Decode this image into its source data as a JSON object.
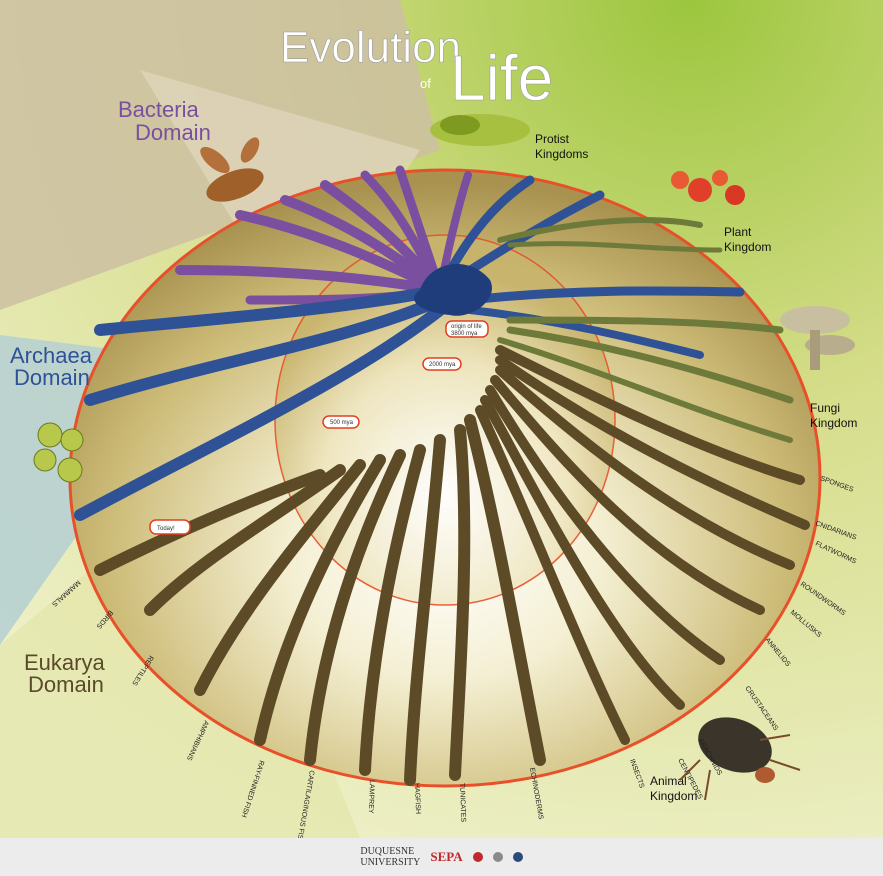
{
  "title": {
    "line1": "Evolution",
    "of": "of",
    "life": "Life"
  },
  "domains": {
    "bacteria": "Bacteria Domain",
    "archaea": "Archaea Domain",
    "eukarya": "Eukarya Domain"
  },
  "domain_lines": {
    "bacteria": [
      "Bacteria",
      "Domain"
    ],
    "archaea": [
      "Archaea",
      "Domain"
    ],
    "eukarya": [
      "Eukarya",
      "Domain"
    ]
  },
  "kingdoms": {
    "protist": [
      "Protist",
      "Kingdoms"
    ],
    "plant": [
      "Plant",
      "Kingdom"
    ],
    "fungi": [
      "Fungi",
      "Kingdom"
    ],
    "animal": [
      "Animal",
      "Kingdom"
    ]
  },
  "time_markers": {
    "origin": [
      "origin of life",
      "3800 mya"
    ],
    "m2000": "2000 mya",
    "m500": "500 mya",
    "today": "Today!"
  },
  "animal_groups": [
    "SPONGES",
    "CNIDARIANS",
    "FLATWORMS",
    "ROUNDWORMS",
    "MOLLUSKS",
    "ANNELIDS",
    "CRUSTACEANS",
    "ARACHNIDS",
    "CENTIPEDES",
    "INSECTS",
    "ECHINODERMS",
    "TUNICATES",
    "HAGFISH",
    "LAMPREY",
    "CARTILAGINOUS FISH",
    "RAY-FINNED FISH",
    "AMPHIBIANS",
    "REPTILES",
    "BIRDS",
    "MAMMALS"
  ],
  "footer": {
    "duquesne": [
      "DUQUESNE",
      "UNIVERSITY"
    ],
    "sepa": "SEPA"
  },
  "colors": {
    "bacteria": "#7a4fa0",
    "archaea": "#2f5296",
    "eukarya": "#5a4a2a",
    "ring": "#e8502a"
  }
}
